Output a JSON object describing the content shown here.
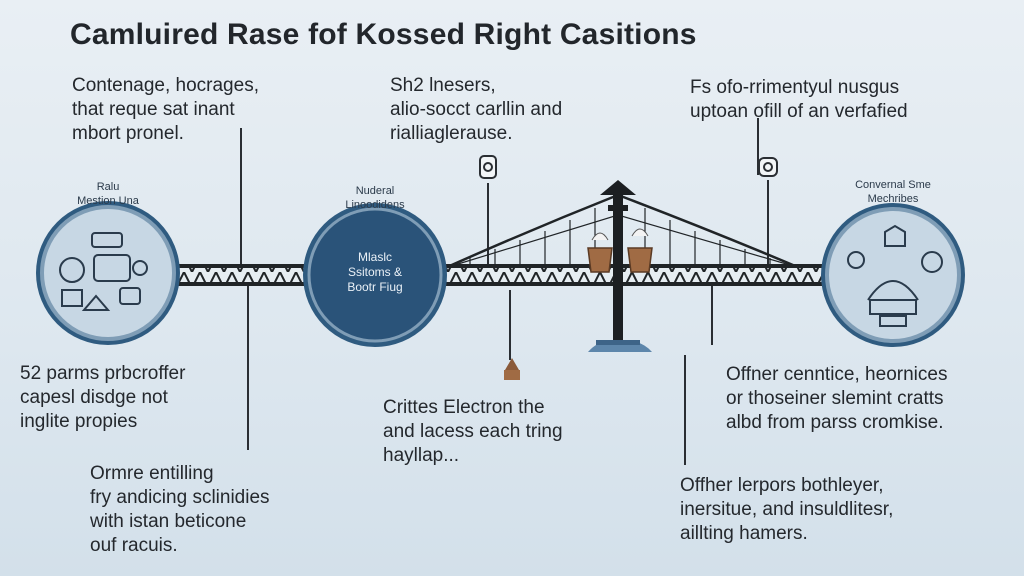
{
  "title": "Camluired Rase fof Kossed Right Casitions",
  "top_notes": {
    "left": "Contenage, hocrages,\nthat reque sat inant\nmbort pronel.",
    "center": "Sh2 lnesers,\nalio-socct carllin and\nrialliaglerause.",
    "right": "Fs ofo-rrimentyul nusgus\nuptoan ofill of an verfafied"
  },
  "nodes": {
    "left": {
      "caption": "Ralu\nMestion Una"
    },
    "center": {
      "caption": "Nuderal\nLinoodidens",
      "inner": "Mlaslc\nSsitoms &\nBootr Fiug"
    },
    "right": {
      "caption": "Convernal Sme\nMechribes"
    }
  },
  "bottom_notes": {
    "left_upper": "52 parms prbcroffer\ncapesl disdge not\ninglite propies",
    "left_lower": "Ormre entilling\nfry andicing sclinidies\nwith istan beticone\nouf racuis.",
    "center": "Crittes Electron the\nand lacess each tring\nhayllap...",
    "right_upper": "Offner cenntice, heornices\nor thoseiner slemint cratts\nalbd from parss cromkise.",
    "right_lower": "Offher lerpors bothleyer,\ninersitue, and insuldlitesr,\naillting hamers."
  },
  "colors": {
    "circle_fill": "#2f5b80",
    "circle_ring": "#7f9db6",
    "truss": "#202427",
    "tower": "#1c1f22",
    "accent": "#8a5a3a"
  }
}
